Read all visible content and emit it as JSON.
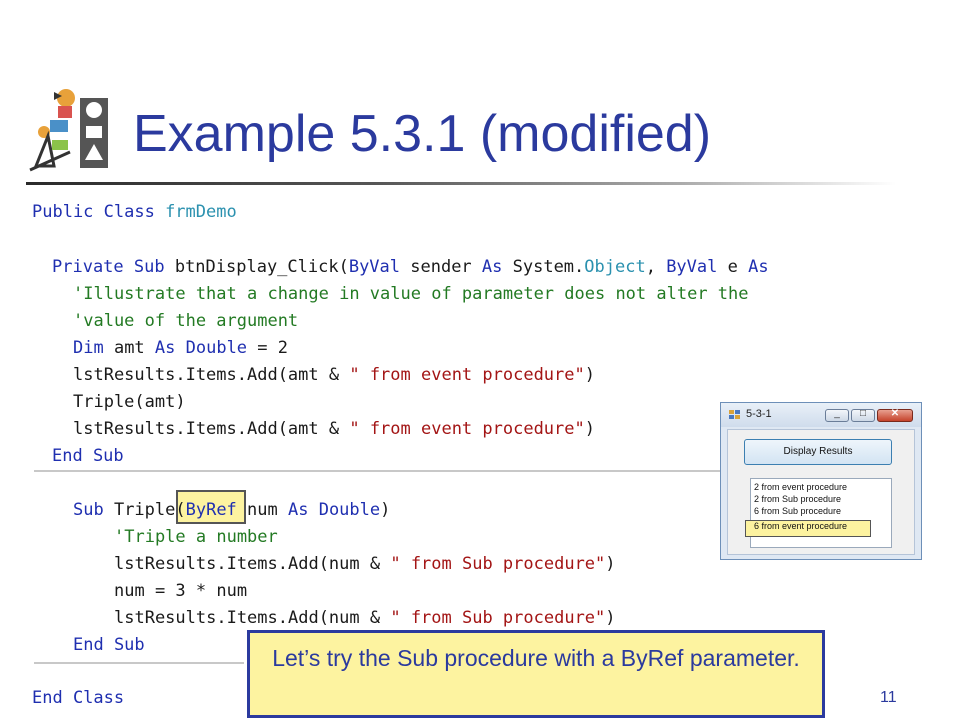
{
  "slide": {
    "title": "Example 5.3.1 (modified)",
    "page_number": "11",
    "callout": "Let’s try the Sub procedure with a ByRef parameter."
  },
  "code": {
    "lines": [
      {
        "name": "line-public-class",
        "segments": [
          {
            "t": "Public Class ",
            "c": "kw"
          },
          {
            "t": "frmDemo",
            "c": "ty"
          }
        ]
      },
      {
        "name": "line-private-sub",
        "segments": [
          {
            "t": "Private Sub ",
            "c": "kw"
          },
          {
            "t": "btnDisplay_Click(",
            "c": "tx"
          },
          {
            "t": "ByVal ",
            "c": "kw"
          },
          {
            "t": "sender ",
            "c": "tx"
          },
          {
            "t": "As ",
            "c": "kw"
          },
          {
            "t": "System.",
            "c": "tx"
          },
          {
            "t": "Object",
            "c": "ty"
          },
          {
            "t": ", ",
            "c": "tx"
          },
          {
            "t": "ByVal ",
            "c": "kw"
          },
          {
            "t": "e ",
            "c": "tx"
          },
          {
            "t": "As",
            "c": "kw"
          }
        ]
      },
      {
        "name": "line-comment-1",
        "segments": [
          {
            "t": "'Illustrate that a change in value of parameter does not alter the",
            "c": "cm"
          }
        ]
      },
      {
        "name": "line-comment-2",
        "segments": [
          {
            "t": "'value of the argument",
            "c": "cm"
          }
        ]
      },
      {
        "name": "line-dim-amt",
        "segments": [
          {
            "t": "Dim ",
            "c": "kw"
          },
          {
            "t": "amt ",
            "c": "tx"
          },
          {
            "t": "As ",
            "c": "kw"
          },
          {
            "t": "Double ",
            "c": "kw"
          },
          {
            "t": "= 2",
            "c": "tx"
          }
        ]
      },
      {
        "name": "line-add-event-1",
        "segments": [
          {
            "t": "lstResults.Items.Add(amt & ",
            "c": "tx"
          },
          {
            "t": "\" from event procedure\"",
            "c": "st"
          },
          {
            "t": ")",
            "c": "tx"
          }
        ]
      },
      {
        "name": "line-triple-call",
        "segments": [
          {
            "t": "Triple(amt)",
            "c": "tx"
          }
        ]
      },
      {
        "name": "line-add-event-2",
        "segments": [
          {
            "t": "lstResults.Items.Add(amt & ",
            "c": "tx"
          },
          {
            "t": "\" from event procedure\"",
            "c": "st"
          },
          {
            "t": ")",
            "c": "tx"
          }
        ]
      },
      {
        "name": "line-end-sub-1",
        "segments": [
          {
            "t": "End Sub",
            "c": "kw"
          }
        ]
      },
      {
        "name": "line-sub-triple",
        "segments": [
          {
            "t": "Sub ",
            "c": "kw"
          },
          {
            "t": "Triple(",
            "c": "tx"
          },
          {
            "t": "ByRef ",
            "c": "kw"
          },
          {
            "t": "num ",
            "c": "tx"
          },
          {
            "t": "As ",
            "c": "kw"
          },
          {
            "t": "Double",
            "c": "kw"
          },
          {
            "t": ")",
            "c": "tx"
          }
        ]
      },
      {
        "name": "line-comment-3",
        "segments": [
          {
            "t": "'Triple a number",
            "c": "cm"
          }
        ]
      },
      {
        "name": "line-add-sub-1",
        "segments": [
          {
            "t": "lstResults.Items.Add(num & ",
            "c": "tx"
          },
          {
            "t": "\" from Sub procedure\"",
            "c": "st"
          },
          {
            "t": ")",
            "c": "tx"
          }
        ]
      },
      {
        "name": "line-num-assign",
        "segments": [
          {
            "t": "num = 3 * num",
            "c": "tx"
          }
        ]
      },
      {
        "name": "line-add-sub-2",
        "segments": [
          {
            "t": "lstResults.Items.Add(num & ",
            "c": "tx"
          },
          {
            "t": "\" from Sub procedure\"",
            "c": "st"
          },
          {
            "t": ")",
            "c": "tx"
          }
        ]
      },
      {
        "name": "line-end-sub-2",
        "segments": [
          {
            "t": "End Sub",
            "c": "kw"
          }
        ]
      },
      {
        "name": "line-end-class",
        "segments": [
          {
            "t": "End Class",
            "c": "kw"
          }
        ]
      }
    ],
    "colors": {
      "keyword": "#1f2fb0",
      "comment": "#237a23",
      "string": "#a31515",
      "type": "#2b91af",
      "highlight": "#fdf3a0"
    }
  },
  "window": {
    "title": "5-3-1",
    "button_label": "Display Results",
    "list_items": [
      "2 from event procedure",
      "2 from Sub procedure",
      "6 from Sub procedure",
      "6 from event procedure"
    ],
    "controls": {
      "minimize": "minimize-icon",
      "maximize": "maximize-icon",
      "close": "close-icon"
    }
  },
  "theme": {
    "title_color": "#2b3a9e",
    "callout_bg": "#fdf3a0"
  }
}
